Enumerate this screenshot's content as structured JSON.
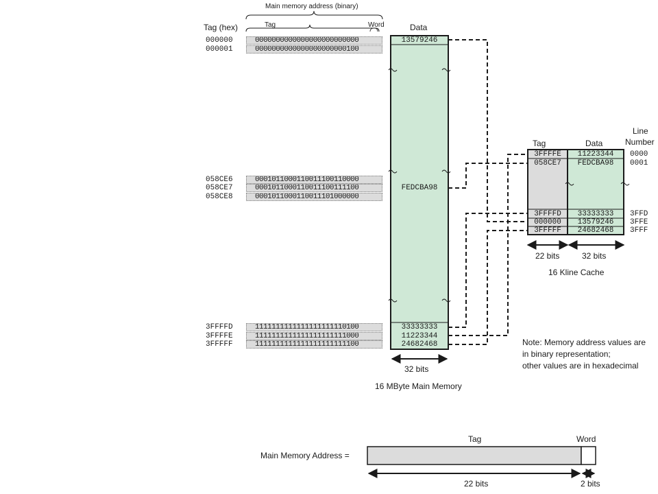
{
  "colors": {
    "memory_fill": "#cfe8d6",
    "tag_fill": "#dcdcdc",
    "line": "#1a1a1a"
  },
  "headers": {
    "main_memory_address": "Main memory address (binary)",
    "tag_hex": "Tag (hex)",
    "tag": "Tag",
    "word": "Word",
    "data": "Data"
  },
  "memory_rows": [
    {
      "tag_hex": "000000",
      "binary": "0000000000000000000000000",
      "data": "13579246"
    },
    {
      "tag_hex": "000001",
      "binary": "0000000000000000000000100",
      "data": ""
    },
    {
      "tag_hex": "058CE6",
      "binary": "0001011000110011100110000",
      "data": ""
    },
    {
      "tag_hex": "058CE7",
      "binary": "0001011000110011100111100",
      "data": "FEDCBA98"
    },
    {
      "tag_hex": "058CE8",
      "binary": "0001011000110011101000000",
      "data": ""
    },
    {
      "tag_hex": "3FFFFD",
      "binary": "1111111111111111111110100",
      "data": "33333333"
    },
    {
      "tag_hex": "3FFFFE",
      "binary": "1111111111111111111111000",
      "data": "11223344"
    },
    {
      "tag_hex": "3FFFFF",
      "binary": "1111111111111111111111100",
      "data": "24682468"
    }
  ],
  "memory_width": "32 bits",
  "memory_caption": "16 MByte Main Memory",
  "cache": {
    "tag_header": "Tag",
    "data_header": "Data",
    "line_header_1": "Line",
    "line_header_2": "Number",
    "rows": [
      {
        "tag": "3FFFFE",
        "data": "11223344",
        "line": "0000"
      },
      {
        "tag": "058CE7",
        "data": "FEDCBA98",
        "line": "0001"
      },
      {
        "tag": "3FFFFD",
        "data": "33333333",
        "line": "3FFD"
      },
      {
        "tag": "000000",
        "data": "13579246",
        "line": "3FFE"
      },
      {
        "tag": "3FFFFF",
        "data": "24682468",
        "line": "3FFF"
      }
    ],
    "tag_width": "22 bits",
    "data_width": "32 bits",
    "caption": "16 Kline Cache"
  },
  "note": {
    "line1": "Note: Memory address values are",
    "line2": "in binary representation;",
    "line3": "other values are in hexadecimal"
  },
  "address_format": {
    "label": "Main Memory Address =",
    "tag": "Tag",
    "word": "Word",
    "tag_bits": "22 bits",
    "word_bits": "2 bits"
  }
}
